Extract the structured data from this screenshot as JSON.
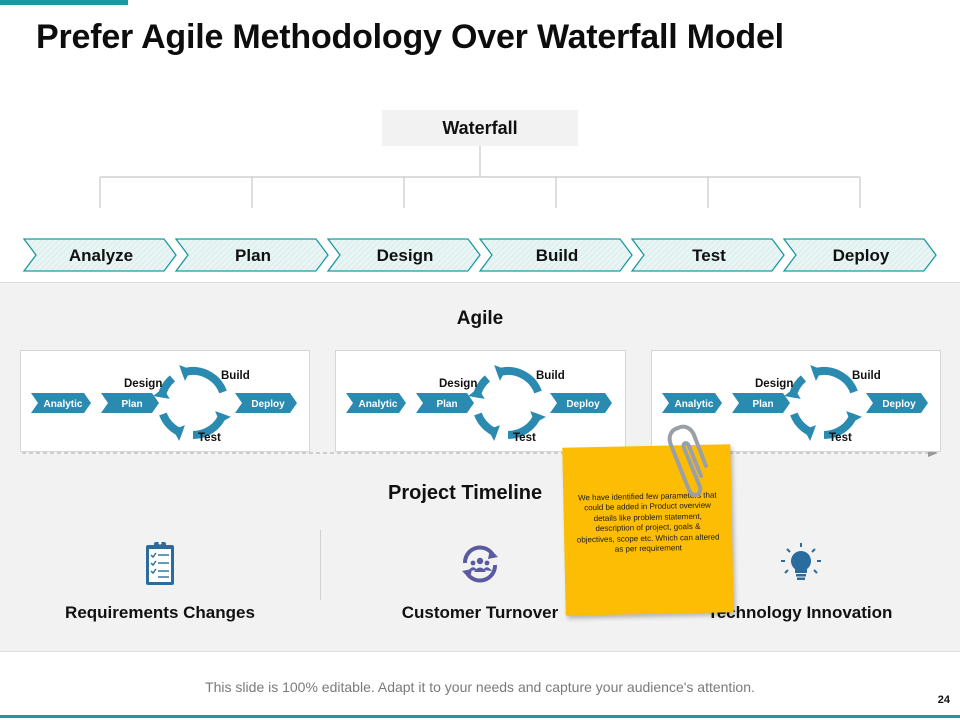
{
  "slide": {
    "title": "Prefer Agile Methodology Over Waterfall Model",
    "page_number": "24",
    "footer": "This slide is 100% editable. Adapt it to your needs and capture your audience's attention."
  },
  "waterfall": {
    "label": "Waterfall",
    "steps": [
      "Analyze",
      "Plan",
      "Design",
      "Build",
      "Test",
      "Deploy"
    ]
  },
  "agile": {
    "label": "Agile",
    "cycle": {
      "analytic": "Analytic",
      "plan": "Plan",
      "design": "Design",
      "build": "Build",
      "test": "Test",
      "deploy": "Deploy"
    }
  },
  "timeline": {
    "label": "Project Timeline",
    "features": [
      {
        "label": "Requirements Changes",
        "icon": "clipboard-checklist-icon"
      },
      {
        "label": "Customer Turnover",
        "icon": "users-cycle-icon"
      },
      {
        "label": "Technology Innovation",
        "icon": "lightbulb-icon"
      }
    ]
  },
  "note": {
    "text": "We have identified few parameters that could be added in Product overview details like problem statement, description of project, goals & objectives, scope etc. Which can altered as per requirement"
  },
  "colors": {
    "accent": "#1a9aa0",
    "icon_blue": "#2b6c9e",
    "cycle_blue": "#2a8ab0",
    "chevron_fill": "#e8f5f4",
    "sticky": "#fcbd04"
  }
}
